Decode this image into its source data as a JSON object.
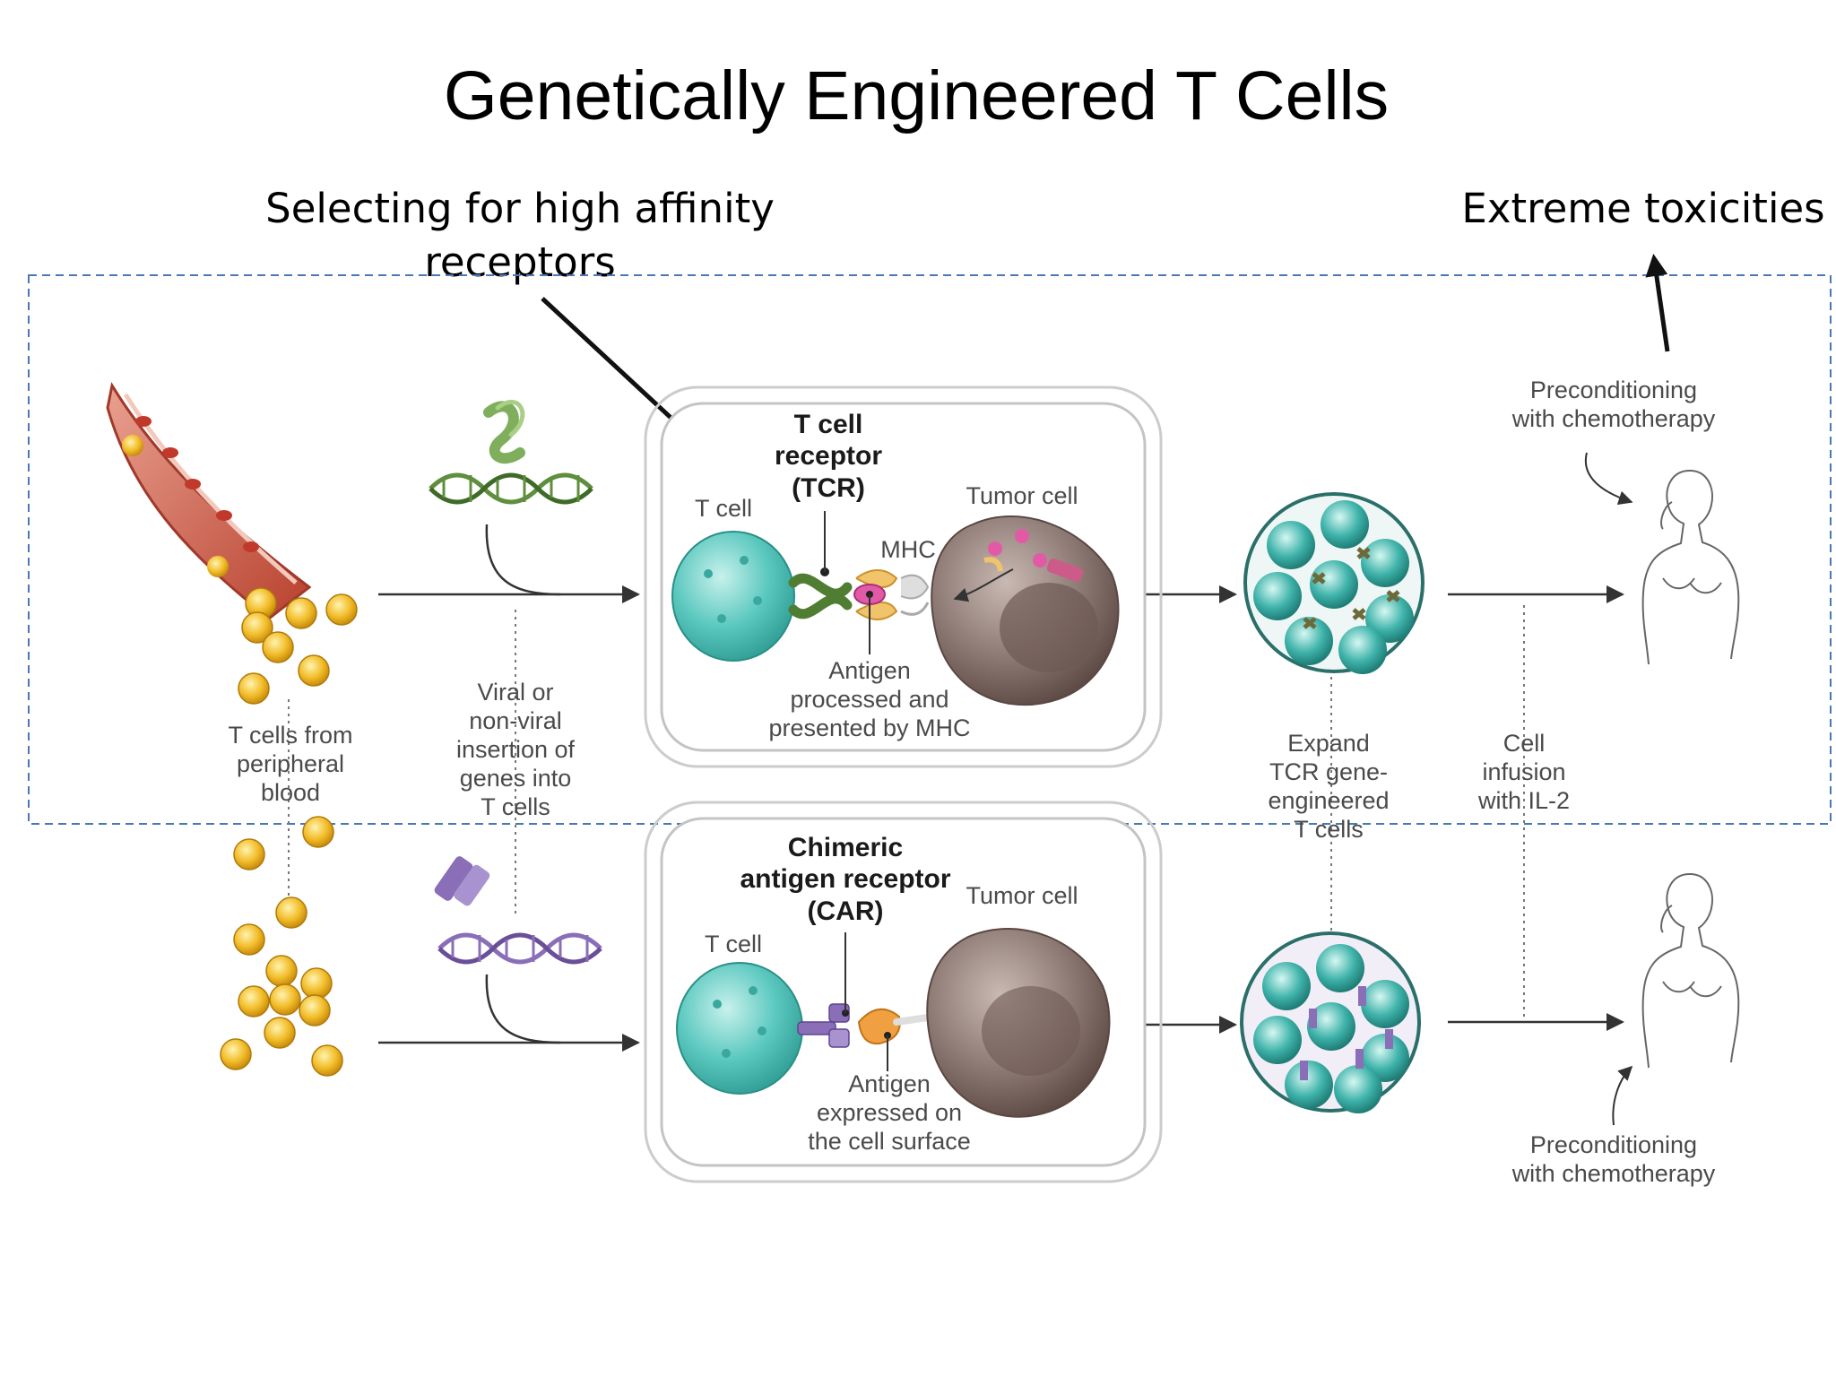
{
  "title": "Genetically Engineered T Cells",
  "annotations": {
    "selecting": [
      "Selecting for high affinity",
      "receptors"
    ],
    "toxicities": "Extreme toxicities"
  },
  "steps": {
    "blood": [
      "T cells from",
      "peripheral",
      "blood"
    ],
    "insertion": [
      "Viral or",
      "non-viral",
      "insertion of",
      "genes into",
      "T cells"
    ],
    "expand": [
      "Expand",
      "TCR gene-",
      "engineered",
      "T cells"
    ],
    "infusion": [
      "Cell",
      "infusion",
      "with IL-2"
    ],
    "precond_top": [
      "Preconditioning",
      "with chemotherapy"
    ],
    "precond_bottom": [
      "Preconditioning",
      "with chemotherapy"
    ]
  },
  "tcr_panel": {
    "receptor": [
      "T cell",
      "receptor",
      "(TCR)"
    ],
    "t_cell": "T cell",
    "tumor_cell": "Tumor cell",
    "mhc": "MHC",
    "antigen": [
      "Antigen",
      "processed and",
      "presented by MHC"
    ]
  },
  "car_panel": {
    "receptor": [
      "Chimeric",
      "antigen receptor",
      "(CAR)"
    ],
    "t_cell": "T cell",
    "tumor_cell": "Tumor cell",
    "antigen": [
      "Antigen",
      "expressed on",
      "the cell surface"
    ]
  },
  "colors": {
    "t_cell": "#5cc9c0",
    "tumor": "#8a7670",
    "blood_cell": "#f2bd2a",
    "tcr_gene": "#5f8f3e",
    "car_gene": "#8a6fb8",
    "dashed_box": "#4a78b5"
  }
}
